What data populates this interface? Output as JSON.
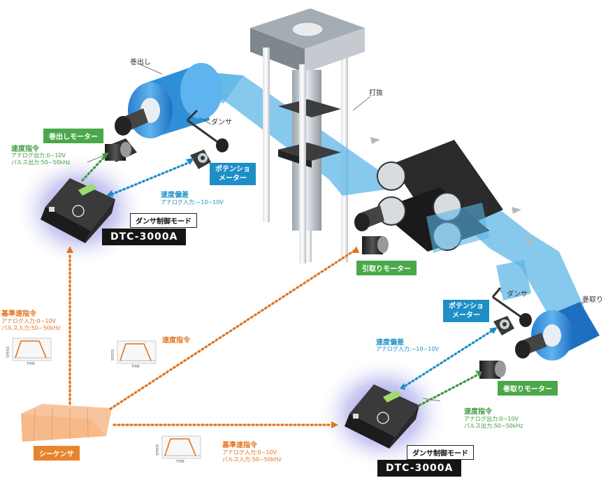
{
  "labels": {
    "unwind": "巻出し",
    "punch": "打抜",
    "dancer_top": "ダンサ",
    "dancer_right": "ダンサ",
    "rewind": "巻取り"
  },
  "unwind_motor": {
    "tag": "巻出しモーター"
  },
  "pull_motor": {
    "tag": "引取りモーター"
  },
  "rewind_motor": {
    "tag": "巻取りモーター"
  },
  "pot_meter_1": {
    "tag_line1": "ポテンショ",
    "tag_line2": "メーター"
  },
  "pot_meter_2": {
    "tag_line1": "ポテンショ",
    "tag_line2": "メーター"
  },
  "controller_1": {
    "mode": "ダンサ制御モード",
    "model": "DTC-3000A",
    "speed_cmd_title": "速度指令",
    "speed_cmd_analog": "アナログ出力:0~10V",
    "speed_cmd_pulse": "パルス出力:50~50kHz",
    "deviation_title": "速度偏差",
    "deviation_analog": "アナログ入力:−10~10V"
  },
  "controller_2": {
    "mode": "ダンサ制御モード",
    "model": "DTC-3000A",
    "speed_cmd_title": "速度指令",
    "speed_cmd_analog": "アナログ出力:0~10V",
    "speed_cmd_pulse": "パルス出力:50~50kHz",
    "deviation_title": "速度偏差",
    "deviation_analog": "アナログ入力:−10~10V"
  },
  "ref_left": {
    "title": "基準速指令",
    "analog": "アナログ入力:0~10V",
    "pulse": "パルス入力:50~50kHz"
  },
  "ref_bottom": {
    "title": "基準速指令",
    "analog": "アナログ入力:0~10V",
    "pulse": "パルス入力:50~50kHz"
  },
  "speed_mid": {
    "title": "速度指令"
  },
  "sequencer": {
    "tag": "シーケンサ"
  },
  "speed_graph": {
    "xlabel": "TIME",
    "ylabel": "SPEED"
  },
  "colors": {
    "web_blue": "#59b4e6",
    "roll_blue": "#2f8fd6",
    "link_blue": "#1b8fc4",
    "link_green": "#3d9a3d",
    "link_orange": "#e0731e",
    "tag_green": "#4aa84a",
    "tag_blue": "#1e8fc6",
    "tag_orange": "#e8832e"
  }
}
